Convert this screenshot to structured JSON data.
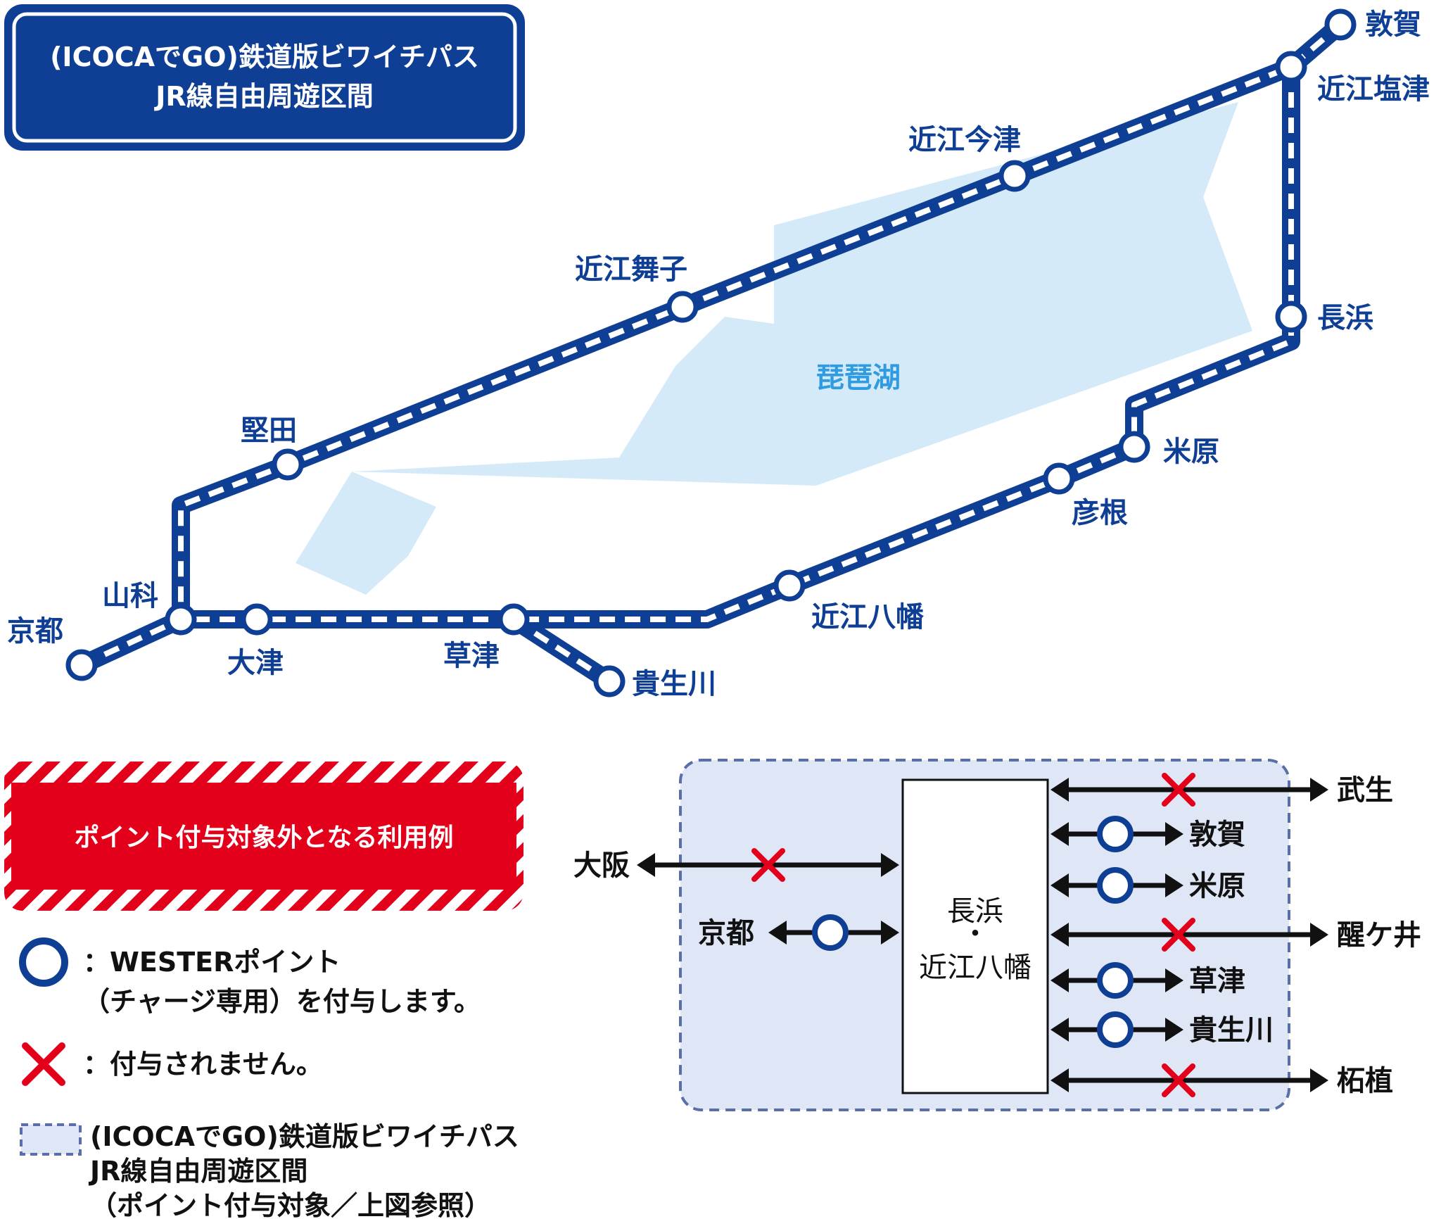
{
  "title_box": {
    "line1": "(ICOCAでGO)鉄道版ビワイチパス",
    "line2": "JR線自由周遊区間"
  },
  "lake_label": "琵琶湖",
  "stations": {
    "kyoto": "京都",
    "yamashina": "山科",
    "otsu": "大津",
    "kusatsu": "草津",
    "kibukawa": "貴生川",
    "katata": "堅田",
    "omi_maiko": "近江舞子",
    "omi_imazu": "近江今津",
    "omi_shiotsu": "近江塩津",
    "tsuruga": "敦賀",
    "nagahama": "長浜",
    "maibara": "米原",
    "hikone": "彦根",
    "omi_hachiman": "近江八幡"
  },
  "warning_banner": "ポイント付与対象外となる利用例",
  "legend": {
    "circle_line1": "：WESTERポイント",
    "circle_line2": "（チャージ専用）を付与します。",
    "cross_text": "：付与されません。",
    "area_line1": "(ICOCAでGO)鉄道版ビワイチパス",
    "area_line2": "JR線自由周遊区間",
    "area_line3": "（ポイント付与対象／上図参照）"
  },
  "example": {
    "center_line1": "長浜",
    "center_dot": "・",
    "center_line2": "近江八幡",
    "left": [
      {
        "dest": "大阪",
        "mark": "cross"
      },
      {
        "dest": "京都",
        "mark": "circle"
      }
    ],
    "right": [
      {
        "dest": "武生",
        "mark": "cross"
      },
      {
        "dest": "敦賀",
        "mark": "circle"
      },
      {
        "dest": "米原",
        "mark": "circle"
      },
      {
        "dest": "醒ケ井",
        "mark": "cross"
      },
      {
        "dest": "草津",
        "mark": "circle"
      },
      {
        "dest": "貴生川",
        "mark": "circle"
      },
      {
        "dest": "柘植",
        "mark": "cross"
      }
    ]
  },
  "colors": {
    "line_blue": "#0f3f94",
    "lake": "#d4eaf9",
    "warning_red": "#e2001a",
    "area_fill": "#dfe6f5",
    "area_border": "#5a6fa8"
  }
}
